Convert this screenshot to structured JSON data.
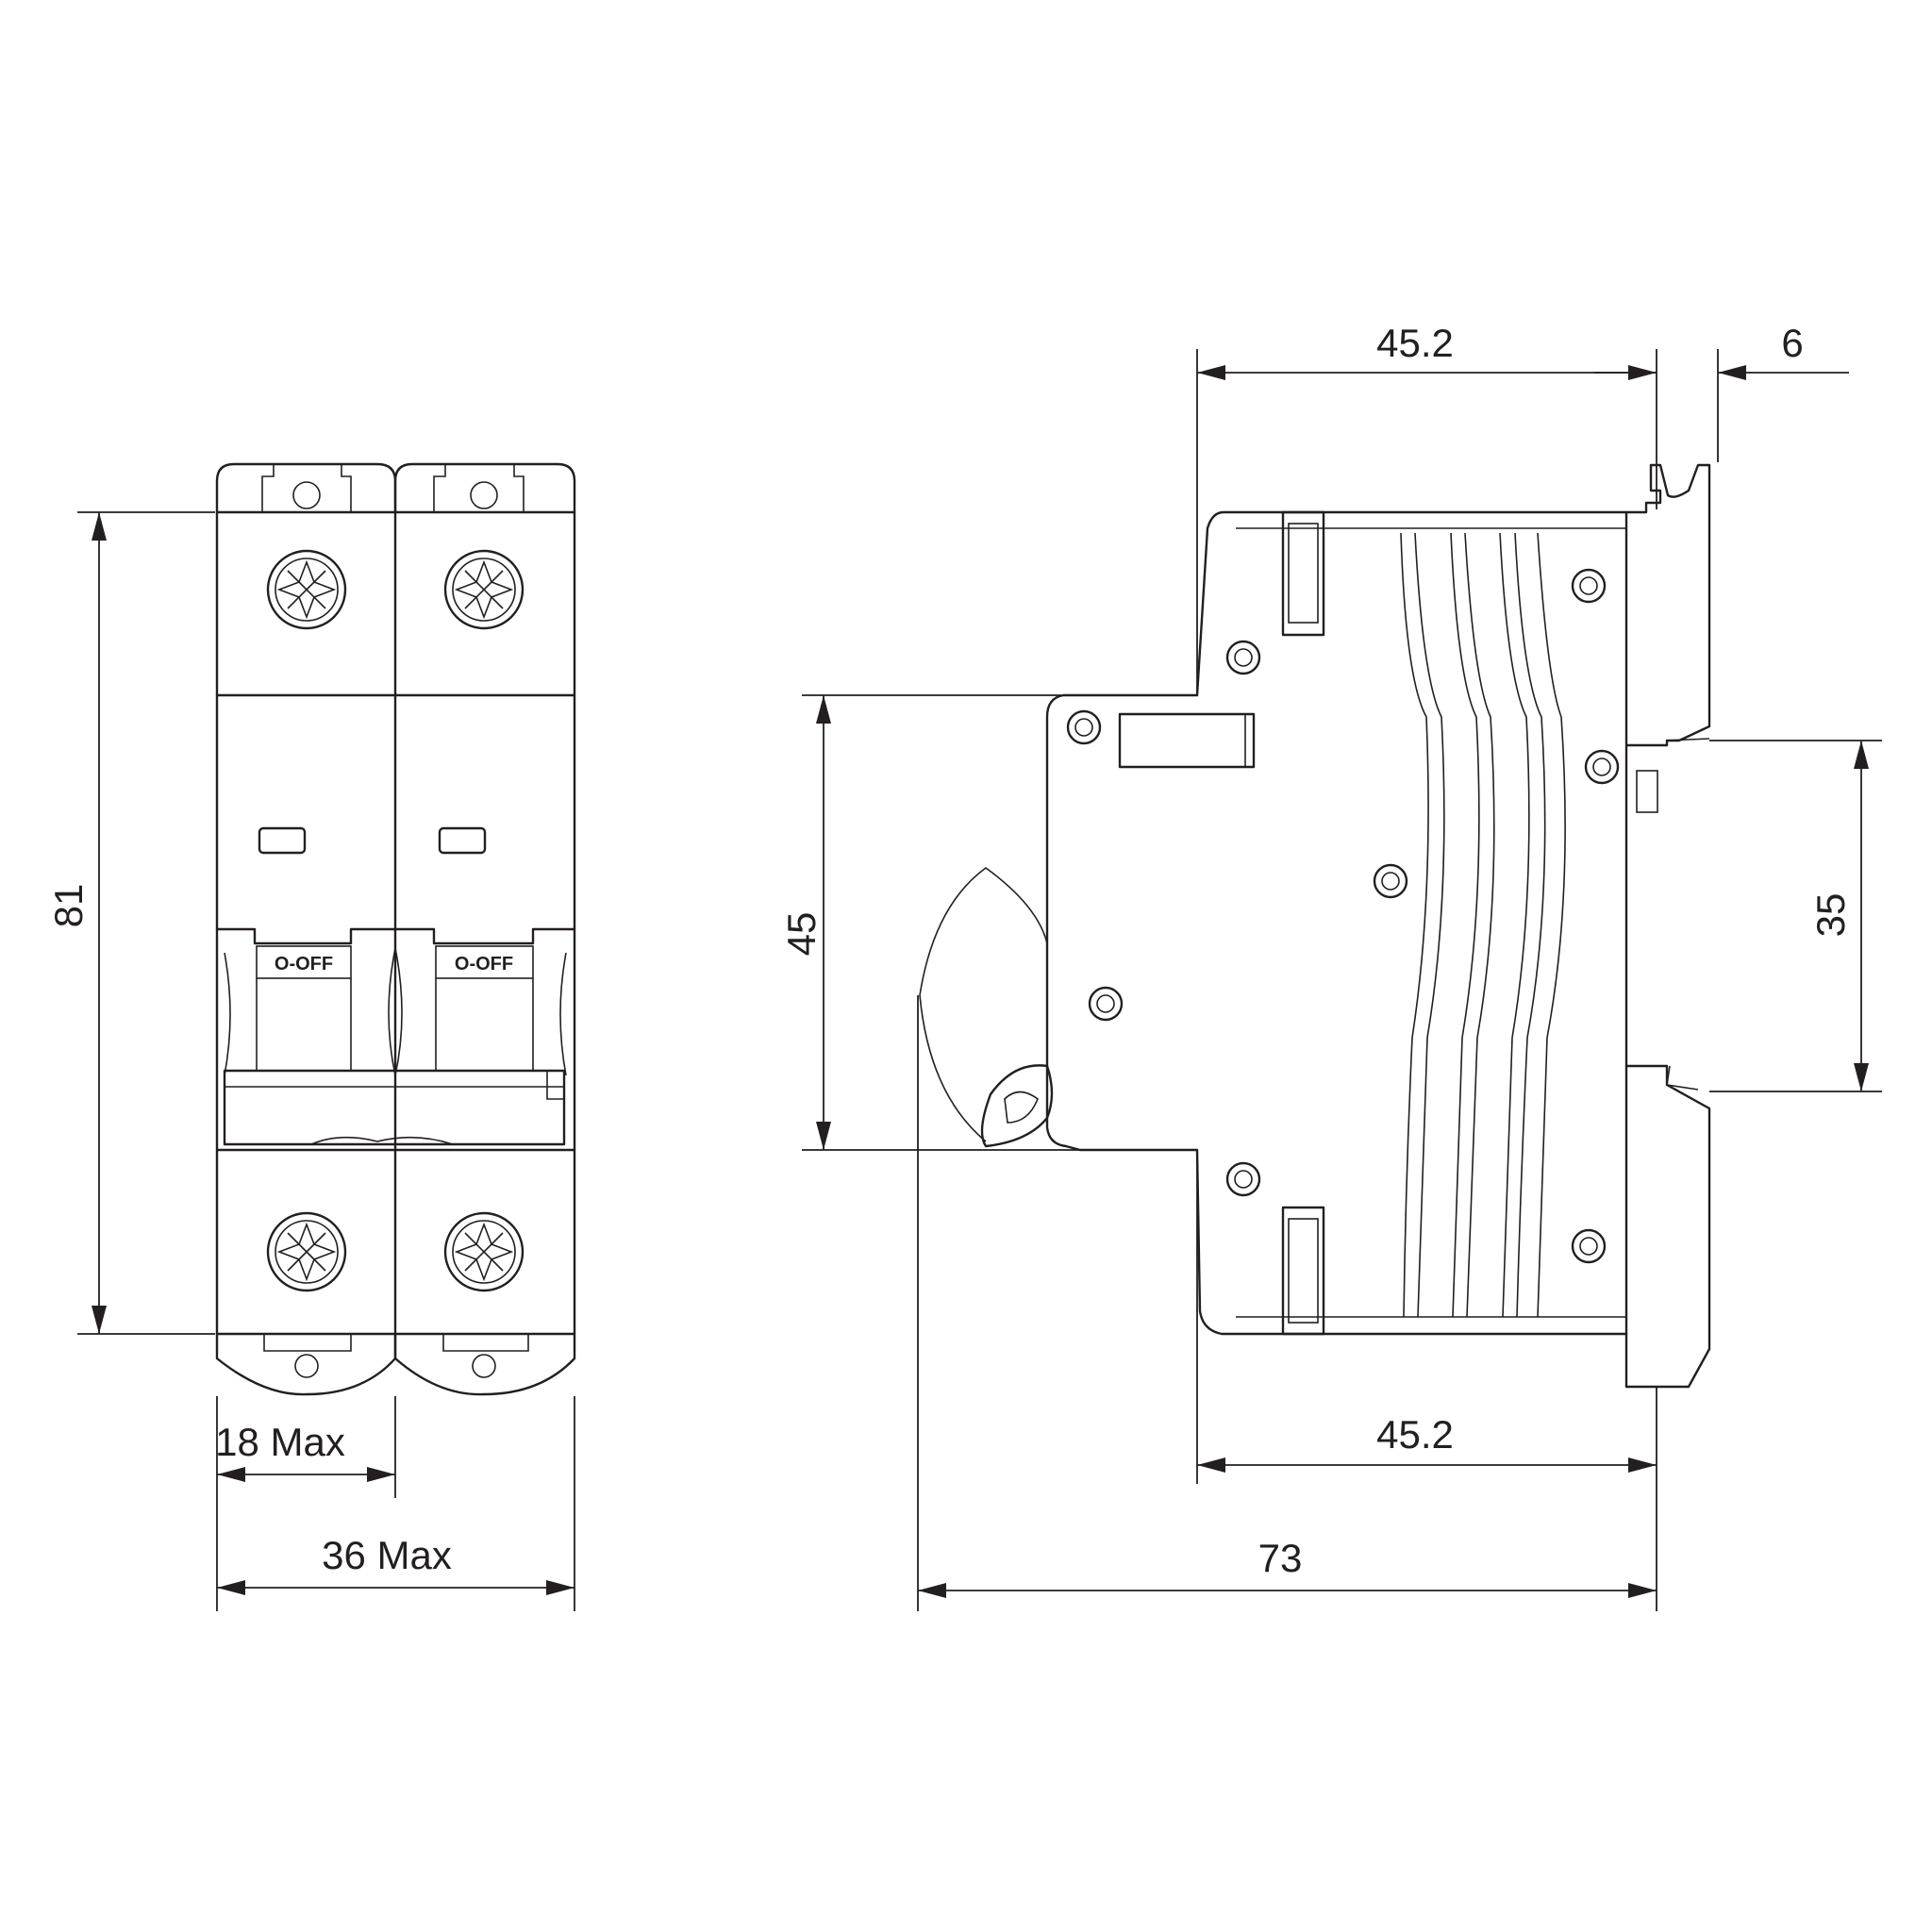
{
  "front_view": {
    "handle_label_left": "O-OFF",
    "handle_label_right": "O-OFF",
    "dim_height": "81",
    "dim_pole_width": "18 Max",
    "dim_total_width": "36 Max"
  },
  "side_view": {
    "dim_top_depth": "45.2",
    "dim_rail_offset": "6",
    "dim_front_height": "45",
    "dim_rail_width": "35",
    "dim_bottom_depth": "45.2",
    "dim_total_depth": "73"
  }
}
